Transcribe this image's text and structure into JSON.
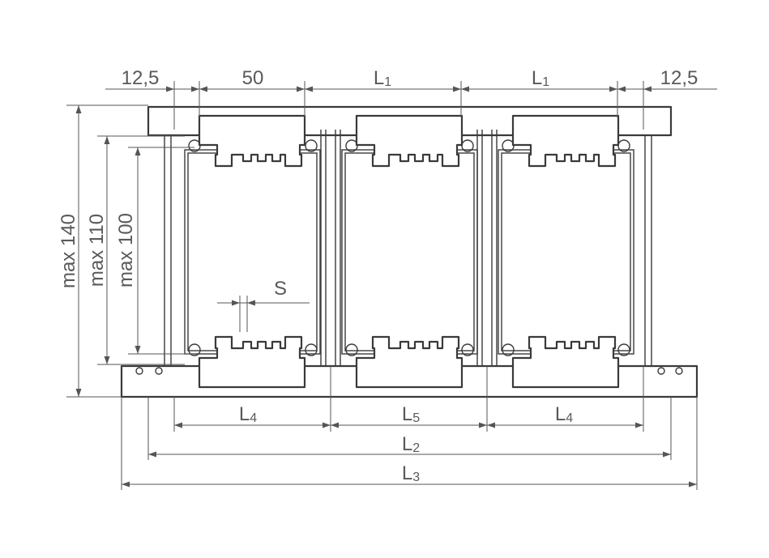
{
  "labels": {
    "top_left": "12,5",
    "top_w50": "50",
    "top_L1_a": "L",
    "top_L1_a_sub": "1",
    "top_L1_b": "L",
    "top_L1_b_sub": "1",
    "top_right": "12,5",
    "h140": "max 140",
    "h110": "max 110",
    "h100": "max 100",
    "gap_s": "S",
    "L4_left": "L",
    "L4_left_sub": "4",
    "L5": "L",
    "L5_sub": "5",
    "L4_right": "L",
    "L4_right_sub": "4",
    "L2": "L",
    "L2_sub": "2",
    "L3": "L",
    "L3_sub": "3"
  },
  "colors": {
    "line": "#3a3a3a",
    "dimension": "#555555",
    "text": "#595959",
    "background": "#ffffff"
  }
}
